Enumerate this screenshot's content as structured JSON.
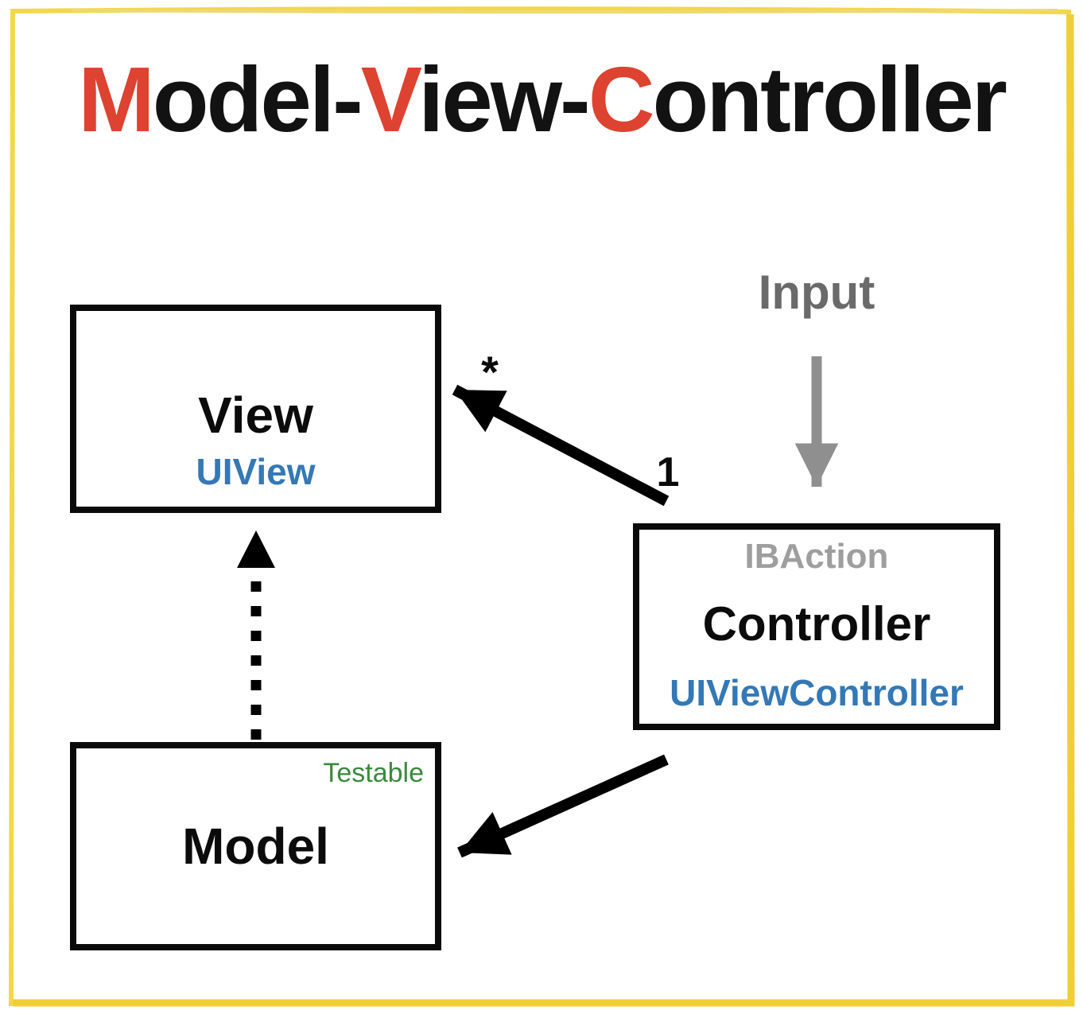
{
  "title": {
    "parts": [
      {
        "text": "M",
        "accent": true
      },
      {
        "text": "odel-",
        "accent": false
      },
      {
        "text": "V",
        "accent": true
      },
      {
        "text": "iew-",
        "accent": false
      },
      {
        "text": "C",
        "accent": true
      },
      {
        "text": "ontroller",
        "accent": false
      }
    ],
    "full_text": "Model-View-Controller"
  },
  "nodes": {
    "view": {
      "label": "View",
      "class_name": "UIView"
    },
    "controller": {
      "label": "Controller",
      "annotation": "IBAction",
      "class_name": "UIViewController"
    },
    "model": {
      "label": "Model",
      "annotation": "Testable"
    }
  },
  "annotations": {
    "input_label": "Input",
    "multiplicity_many": "*",
    "multiplicity_one": "1"
  },
  "edges": [
    {
      "from": "controller",
      "to": "view",
      "style": "solid",
      "labels": [
        "1",
        "*"
      ]
    },
    {
      "from": "controller",
      "to": "model",
      "style": "solid"
    },
    {
      "from": "model",
      "to": "view",
      "style": "dotted"
    },
    {
      "from": "input",
      "to": "controller",
      "style": "solid-gray"
    }
  ],
  "colors": {
    "accent_red": "#DE4230",
    "class_blue": "#3478B6",
    "input_gray": "#6A6A6A",
    "ibaction_gray": "#9E9E9E",
    "arrow_gray": "#8F8F8F",
    "testable_green": "#3A8A3C",
    "frame_yellow": "#F0D34A",
    "arrow_black": "#000000",
    "background": "#FFFFFF"
  }
}
